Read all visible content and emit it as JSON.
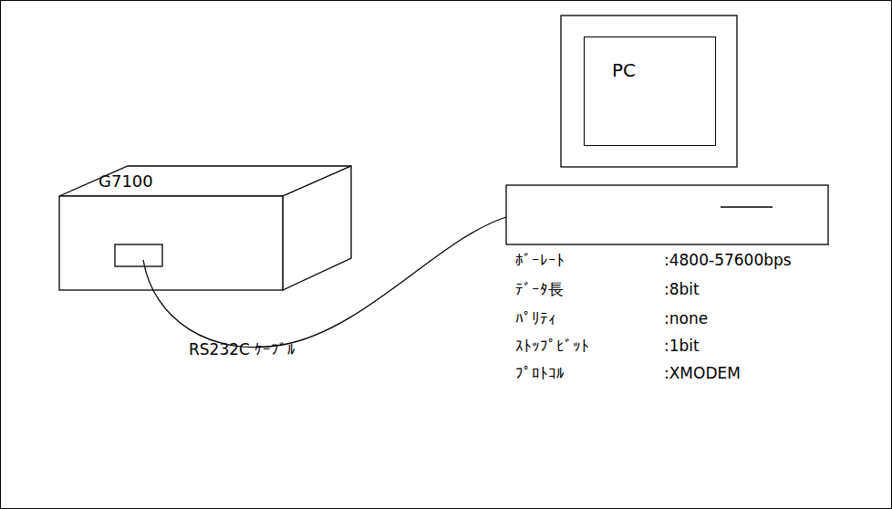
{
  "diagram": {
    "nodes": [
      {
        "text": [
          "G7100"
        ]
      },
      {
        "text": [
          "PC"
        ]
      }
    ],
    "labels": [
      "RS232C ｹｰﾌﾞﾙ",
      "ﾎﾞｰﾚｰﾄ",
      ":4800-57600bps",
      "ﾃﾞｰﾀ長",
      ":8bit",
      "ﾊﾟﾘﾃｨ",
      ":none",
      "ｽﾄｯﾌﾟﾋﾞｯﾄ",
      ":1bit",
      "ﾌﾟﾛﾄｺﾙ",
      ":XMODEM"
    ]
  }
}
